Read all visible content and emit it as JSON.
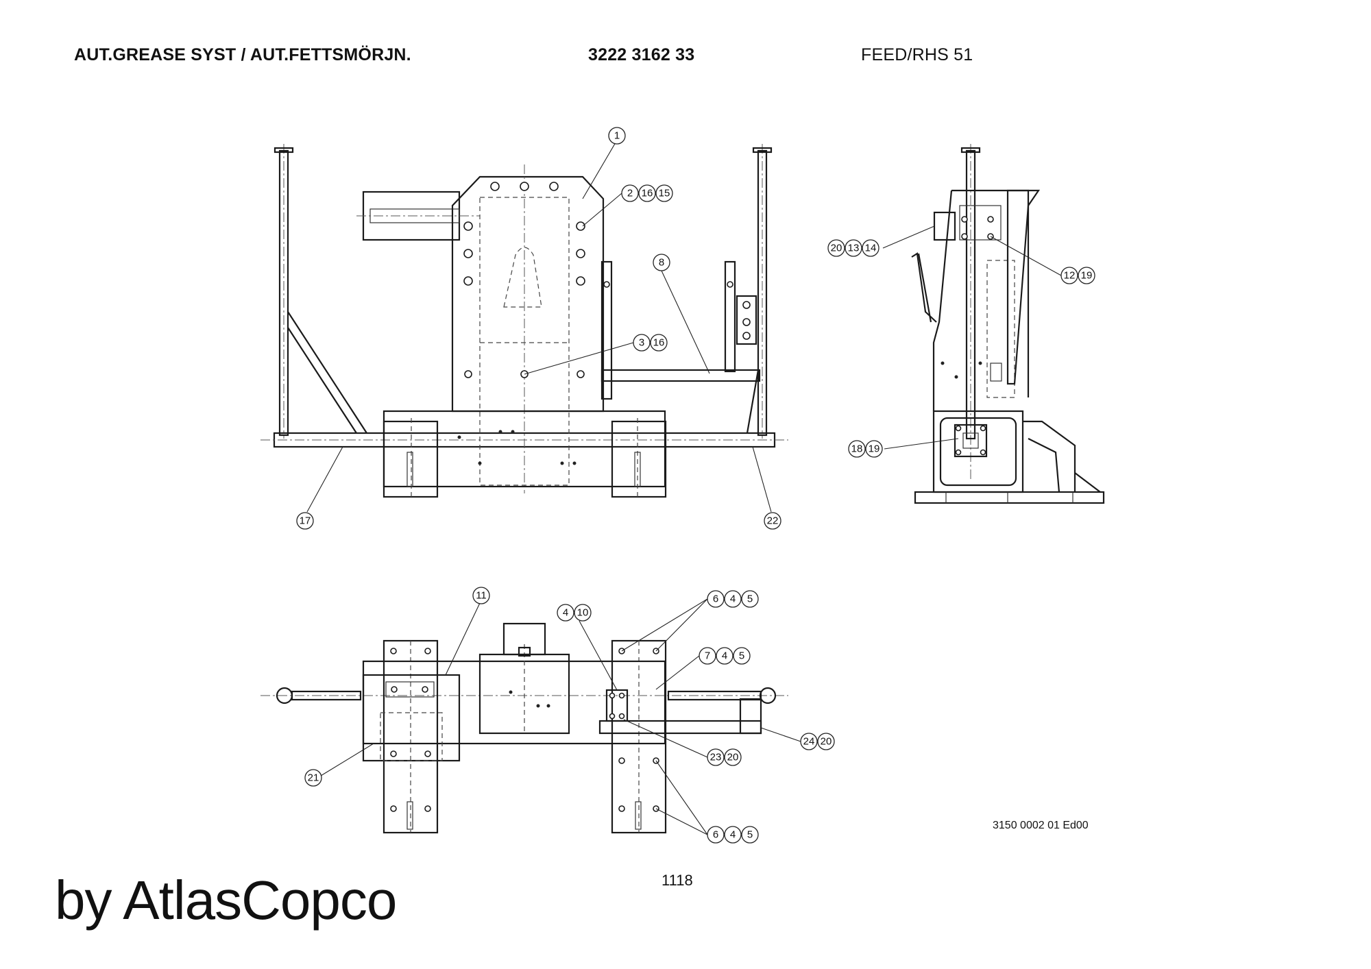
{
  "header": {
    "left": "AUT.GREASE SYST / AUT.FETTSMÖRJN.",
    "middle": "3222 3162 33",
    "right": "FEED/RHS 51"
  },
  "balloons": {
    "front_view": [
      "1",
      "2",
      "16",
      "15",
      "8",
      "3",
      "16",
      "17",
      "22"
    ],
    "side_view": [
      "20",
      "13",
      "14",
      "12",
      "19",
      "18",
      "19"
    ],
    "top_view": [
      "11",
      "4",
      "10",
      "6",
      "4",
      "5",
      "7",
      "4",
      "5",
      "24",
      "20",
      "23",
      "20",
      "21",
      "6",
      "4",
      "5"
    ]
  },
  "footer": {
    "drawing_ref": "3150 0002 01 Ed00",
    "page_number": "1118",
    "brand": "by AtlasCopco"
  }
}
